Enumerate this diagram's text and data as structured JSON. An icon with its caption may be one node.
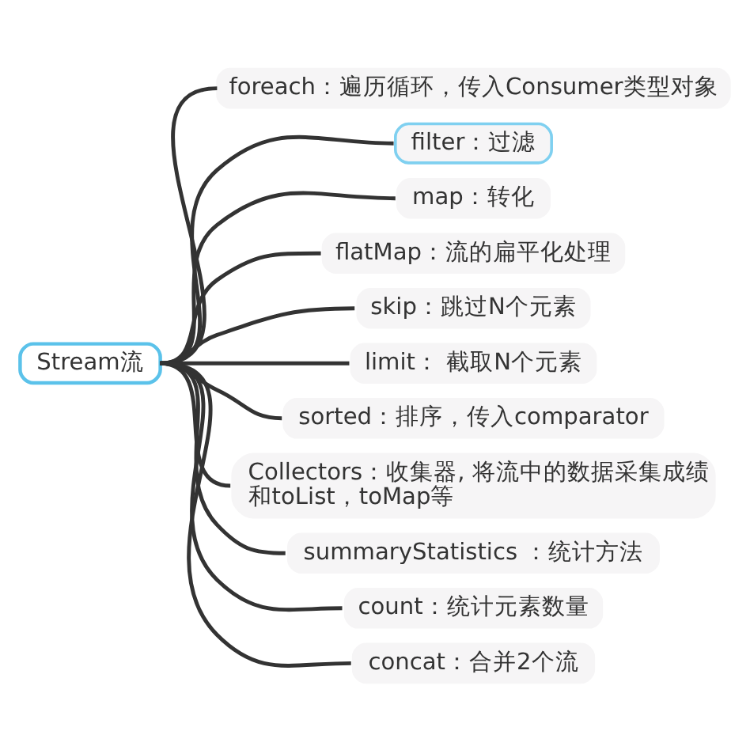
{
  "diagram": {
    "nodes": [
      {
        "text": [
          "Stream流"
        ]
      },
      {
        "text": [
          "foreach：遍历循环，传入Consumer类型对象"
        ]
      },
      {
        "text": [
          "filter：过滤"
        ]
      },
      {
        "text": [
          "map：转化"
        ]
      },
      {
        "text": [
          "flatMap：流的扁平化处理"
        ]
      },
      {
        "text": [
          "skip：跳过N个元素"
        ]
      },
      {
        "text": [
          "limit： 截取N个元素"
        ]
      },
      {
        "text": [
          "sorted：排序，传入comparator"
        ]
      },
      {
        "text": [
          "Collectors：收集器, 将流中的数据采集成绩和toList，toMap等"
        ]
      },
      {
        "text": [
          "summaryStatistics ：统计方法"
        ]
      },
      {
        "text": [
          "count：统计元素数量"
        ]
      },
      {
        "text": [
          "concat：合并2个流"
        ]
      }
    ],
    "edges": [
      {
        "from": 0,
        "to": 1,
        "arrow": "none"
      },
      {
        "from": 0,
        "to": 2,
        "arrow": "none"
      },
      {
        "from": 0,
        "to": 3,
        "arrow": "none"
      },
      {
        "from": 0,
        "to": 4,
        "arrow": "none"
      },
      {
        "from": 0,
        "to": 5,
        "arrow": "none"
      },
      {
        "from": 0,
        "to": 6,
        "arrow": "none"
      },
      {
        "from": 0,
        "to": 7,
        "arrow": "none"
      },
      {
        "from": 0,
        "to": 8,
        "arrow": "none"
      },
      {
        "from": 0,
        "to": 9,
        "arrow": "none"
      },
      {
        "from": 0,
        "to": 10,
        "arrow": "none"
      },
      {
        "from": 0,
        "to": 11,
        "arrow": "none"
      }
    ]
  }
}
